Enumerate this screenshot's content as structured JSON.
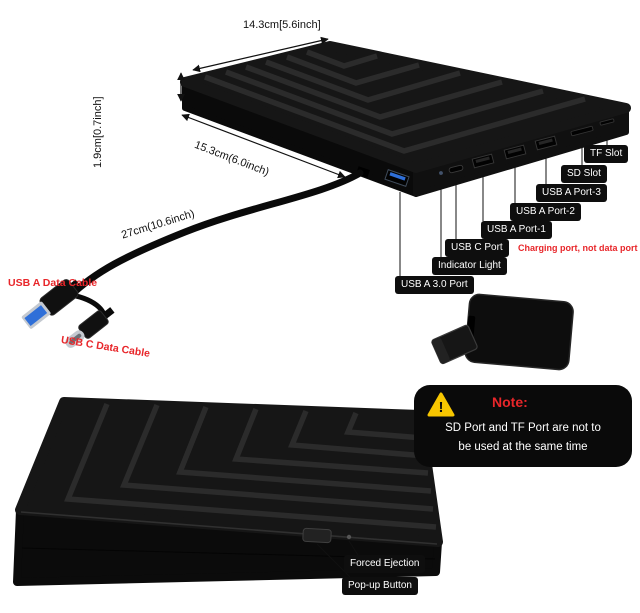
{
  "top_view": {
    "dimensions": {
      "width": "14.3cm[5.6inch]",
      "thickness": "1.9cm[0.7inch]",
      "depth": "15.3cm(6.0inch)",
      "cable_length": "27cm(10.6inch)"
    },
    "cable_labels": {
      "usb_a": "USB A Data Cable",
      "usb_c": "USB C Data Cable"
    },
    "port_labels": [
      {
        "label": "TF Slot"
      },
      {
        "label": "SD Slot"
      },
      {
        "label": "USB A Port-3"
      },
      {
        "label": "USB A Port-2"
      },
      {
        "label": "USB A Port-1"
      },
      {
        "label": "USB C Port"
      },
      {
        "label": "Indicator Light"
      },
      {
        "label": "USB A 3.0 Port"
      }
    ],
    "usb_c_port_note": "Charging port, not data port"
  },
  "warning_note": {
    "icon_glyph": "!",
    "title": "Note:",
    "line1": "SD Port and TF Port are not to",
    "line2": "be used at the same time"
  },
  "bottom_view": {
    "labels": {
      "forced_ejection": "Forced Ejection",
      "pop_up_button": "Pop-up Button"
    }
  },
  "colors": {
    "accent_red": "#e8262a",
    "badge_bg": "#0e0e0e",
    "badge_text": "#ffffff",
    "warning_yellow": "#f7c600",
    "usb3_blue": "#2f6fd8",
    "device_black": "#161616"
  }
}
